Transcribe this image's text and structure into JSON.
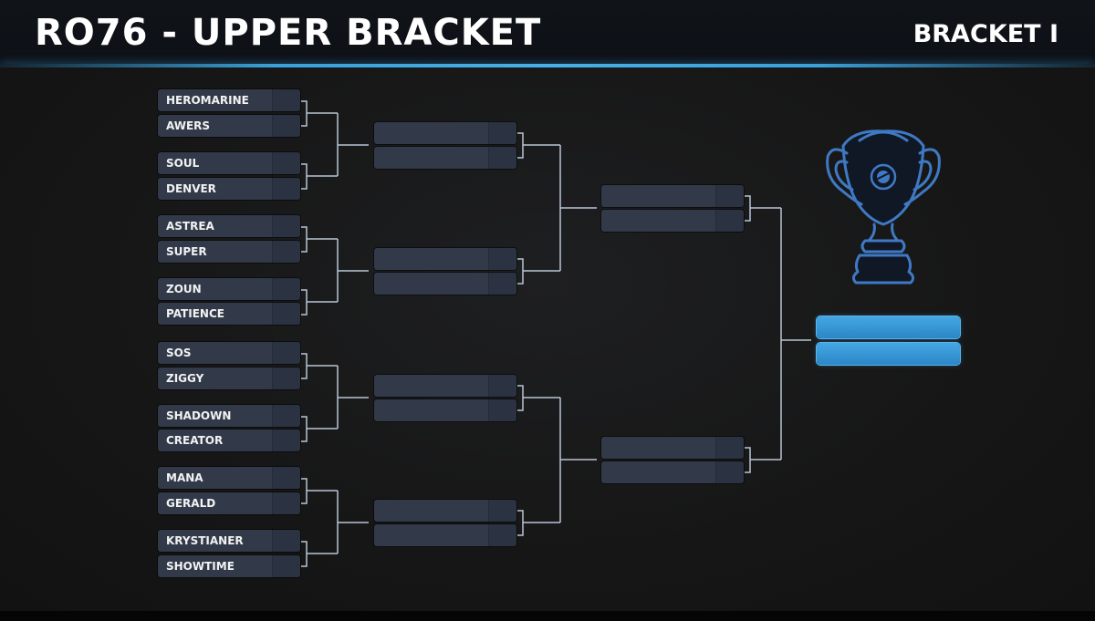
{
  "header": {
    "title": "RO76 - UPPER BRACKET",
    "bracket_label": "BRACKET I"
  },
  "round1": [
    {
      "top": "HEROMARINE",
      "bottom": "AWERS"
    },
    {
      "top": "SOUL",
      "bottom": "DENVER"
    },
    {
      "top": "ASTREA",
      "bottom": "SUPER"
    },
    {
      "top": "ZOUN",
      "bottom": "PATIENCE"
    },
    {
      "top": "SOS",
      "bottom": "ZIGGY"
    },
    {
      "top": "SHADOWN",
      "bottom": "CREATOR"
    },
    {
      "top": "MANA",
      "bottom": "GERALD"
    },
    {
      "top": "KRYSTIANER",
      "bottom": "SHOWTIME"
    }
  ],
  "round2": [
    {
      "top": "",
      "bottom": ""
    },
    {
      "top": "",
      "bottom": ""
    },
    {
      "top": "",
      "bottom": ""
    },
    {
      "top": "",
      "bottom": ""
    }
  ],
  "round3": [
    {
      "top": "",
      "bottom": ""
    },
    {
      "top": "",
      "bottom": ""
    }
  ],
  "final": {
    "top": "",
    "bottom": ""
  },
  "colors": {
    "slot": "#323a4a",
    "connector": "#b9c6d6",
    "final_slot": "#3a9bdc",
    "accent_line": "#47b0e6"
  },
  "icons": {
    "trophy": "trophy-icon"
  }
}
